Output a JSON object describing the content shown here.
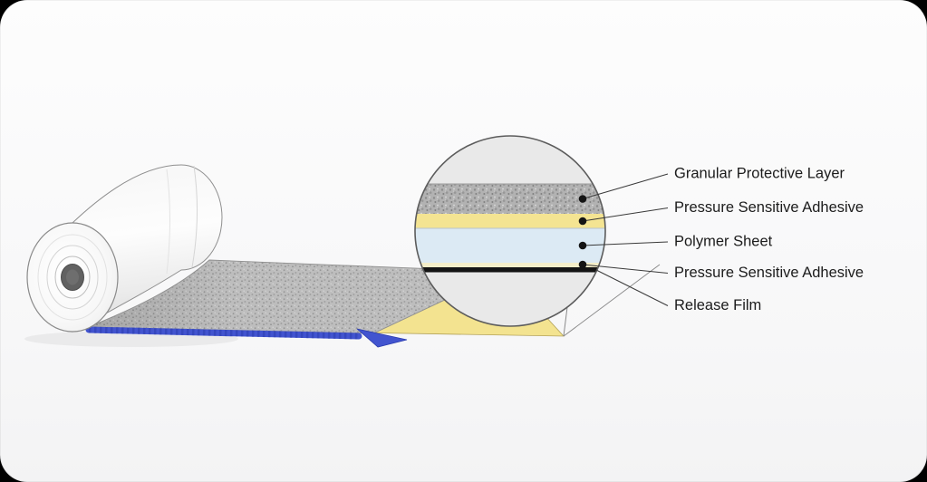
{
  "diagram": {
    "labels": [
      "Granular Protective Layer",
      "Pressure Sensitive Adhesive",
      "Polymer Sheet",
      "Pressure Sensitive Adhesive",
      "Release Film"
    ],
    "zoom_layers": [
      {
        "label": "Granular Protective Layer",
        "color": "#b2b2b2"
      },
      {
        "label": "Pressure Sensitive Adhesive",
        "color": "#f4e492"
      },
      {
        "label": "Polymer Sheet",
        "color": "#dceaf4"
      },
      {
        "label": "Pressure Sensitive Adhesive",
        "color": "#f4eec9"
      },
      {
        "label": "Release Film",
        "color": "#141414"
      }
    ],
    "colors": {
      "card_background": "#fafafa",
      "frame": "#000000",
      "roll_body": "#f6f6f6",
      "sheet_granular": "#bdbdbd",
      "exposed_adhesive": "#f3e390",
      "release_liner_blue": "#4254cf",
      "zoom_circle_fill": "#e9e9e9",
      "label_text": "#1c1c1c"
    }
  }
}
